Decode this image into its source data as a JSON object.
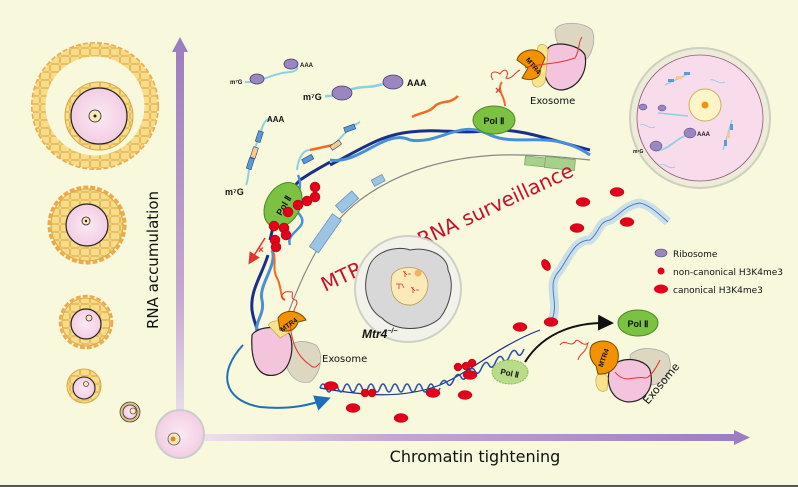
{
  "axes": {
    "y_label": "RNA accumulation",
    "x_label": "Chromatin tightening"
  },
  "title": "MTR4 and RNA surveillance",
  "mutant_label": "Mtr4",
  "mutant_superscript": "−/−",
  "complexes": {
    "polII": "Pol Ⅱ",
    "mtr4": "MTR4",
    "exosome": "Exosome"
  },
  "mrna": {
    "cap": "m⁷G",
    "polyA": "AAA"
  },
  "legend": [
    {
      "label": "Ribosome",
      "color": "#9b86c0"
    },
    {
      "label": "non-canonical H3K4me3",
      "color": "#e3001b"
    },
    {
      "label": "canonical H3K4me3",
      "color": "#e3001b"
    }
  ],
  "colors": {
    "background": "#f8f9dc",
    "axis": "#9b7fc0",
    "title": "#c8102e",
    "polII": "#7cc242",
    "mtr4": "#f39200",
    "exosome_pink": "#f4c4dc",
    "exosome_gray": "#ddd6c0",
    "dna_dark": "#1a2f8a",
    "dna_light": "#4a90d9",
    "histone": "#e3001b"
  }
}
